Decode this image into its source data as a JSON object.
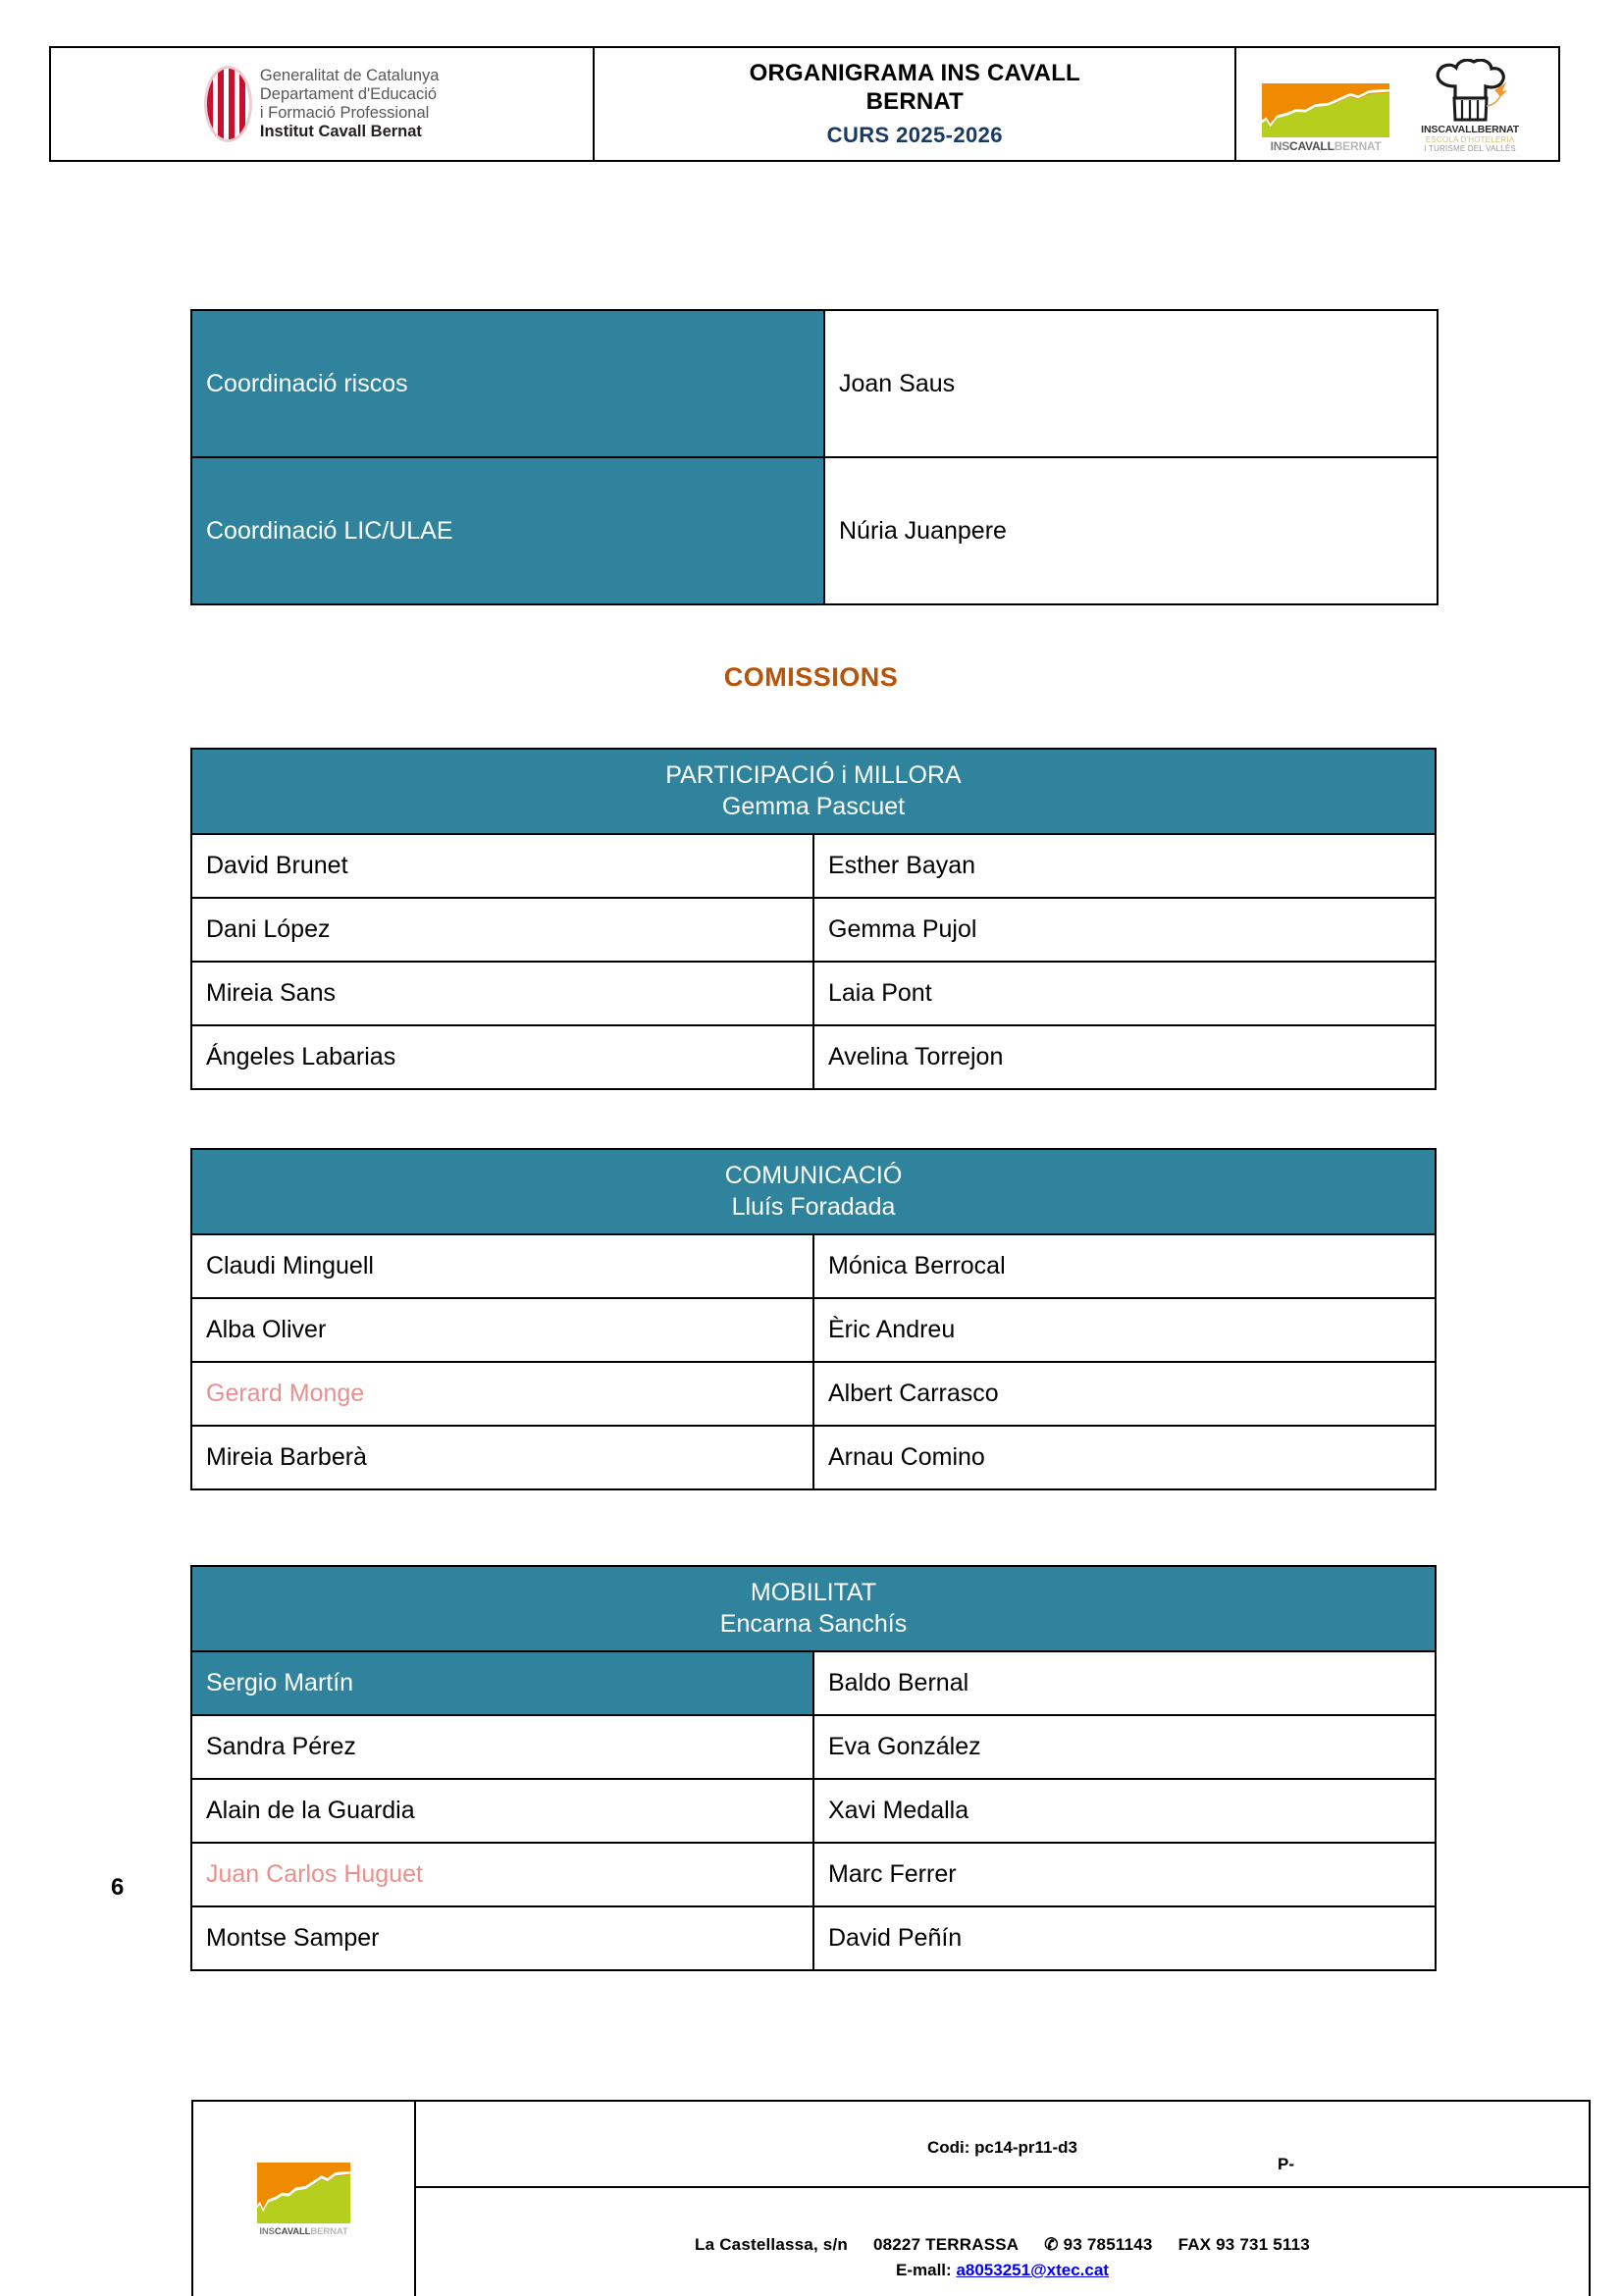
{
  "header": {
    "gencat_logo": {
      "line1": "Generalitat de Catalunya",
      "line2": "Departament d'Educació",
      "line3": "i Formació Professional",
      "line4": "Institut Cavall Bernat"
    },
    "title_line1": "ORGANIGRAMA INS CAVALL",
    "title_line2": "BERNAT",
    "subtitle": "CURS 2025-2026",
    "logo_mountain": {
      "part1": "INS",
      "part2": "CAVALL",
      "part3": "BERNAT"
    },
    "logo_chef": {
      "name": "INSCAVALLBERNAT",
      "sub1": "ESCOLA D'HOTELERIA",
      "sub2": "I TURISME DEL VALLÈS"
    }
  },
  "coordination": {
    "rows": [
      {
        "role": "Coordinació riscos",
        "person": "Joan Saus"
      },
      {
        "role": "Coordinació LIC/ULAE",
        "person": "Núria Juanpere"
      }
    ]
  },
  "comissions_heading": "COMISSIONS",
  "commissions": [
    {
      "name": "PARTICIPACIÓ i MILLORA",
      "lead": "Gemma Pascuet",
      "members": [
        {
          "left": "David Brunet",
          "right": "Esther Bayan"
        },
        {
          "left": "Dani López",
          "right": "Gemma Pujol"
        },
        {
          "left": "Mireia Sans",
          "right": "Laia Pont"
        },
        {
          "left": "Ángeles Labarias",
          "right": "Avelina Torrejon"
        }
      ]
    },
    {
      "name": "COMUNICACIÓ",
      "lead": "Lluís Foradada",
      "members": [
        {
          "left": "Claudi Minguell",
          "right": "Mónica Berrocal"
        },
        {
          "left": "Alba Oliver",
          "right": "Èric Andreu"
        },
        {
          "left": "Gerard Monge",
          "right": "Albert Carrasco"
        },
        {
          "left": "Mireia Barberà",
          "right": "Arnau Comino"
        }
      ]
    },
    {
      "name": "MOBILITAT",
      "lead": "Encarna Sanchís",
      "members": [
        {
          "left": "Sergio Martín",
          "right": "Baldo Bernal"
        },
        {
          "left": "Sandra Pérez",
          "right": "Eva González"
        },
        {
          "left": "Alain de la Guardia",
          "right": "Xavi Medalla"
        },
        {
          "left": "Juan Carlos Huguet",
          "right": "Marc Ferrer"
        },
        {
          "left": "Montse Samper",
          "right": "David Peñín"
        }
      ]
    }
  ],
  "page_number": "6",
  "footer": {
    "codi": "Codi: pc14-pr11-d3",
    "page_marker": "P-",
    "address": "La Castellassa, s/n",
    "postal_city": "08227 TERRASSA",
    "phone": "93 7851143",
    "fax": "FAX  93 731 5113",
    "email_label": "E-mall:",
    "email": "a8053251@xtec.cat",
    "logo_mountain": {
      "part1": "INS",
      "part2": "CAVALL",
      "part3": "BERNAT"
    }
  },
  "colors": {
    "teal": "#2f839d",
    "orange_heading": "#b5540a",
    "salmon": "#e8918c",
    "navy": "#1b3a63",
    "link_blue": "#0000ee"
  }
}
